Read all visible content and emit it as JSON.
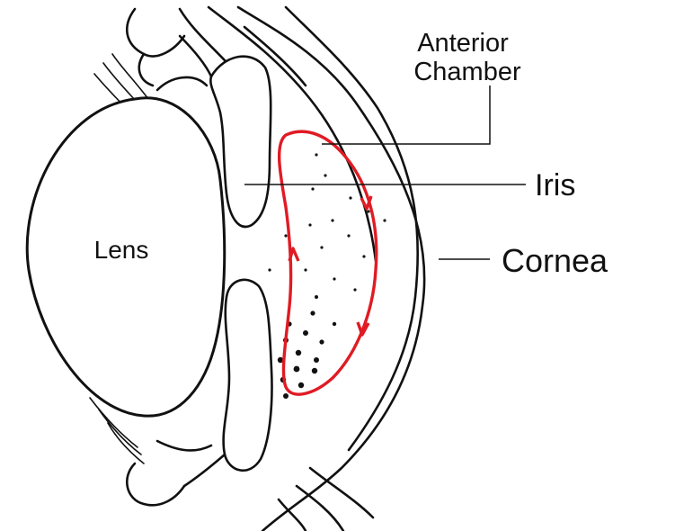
{
  "diagram": {
    "labels": {
      "anterior_chamber_line1": "Anterior",
      "anterior_chamber_line2": "Chamber",
      "iris": "Iris",
      "cornea": "Cornea",
      "lens": "Lens"
    },
    "colors": {
      "outline": "#111111",
      "aqueous_flow": "#e01b24",
      "background": "#ffffff"
    }
  }
}
